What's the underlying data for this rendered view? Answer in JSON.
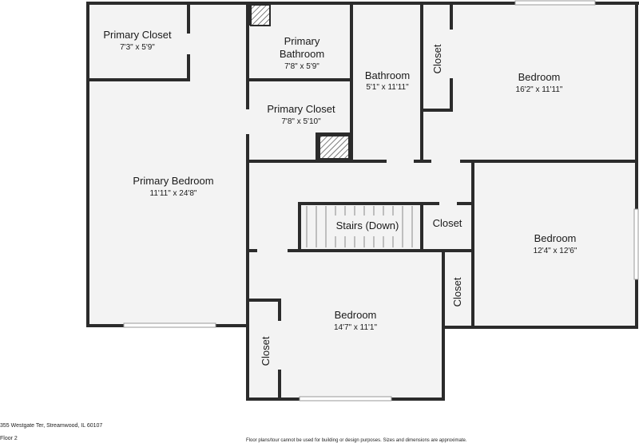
{
  "rooms": {
    "primary_closet_1": {
      "name": "Primary Closet",
      "dims": "7'3\" x 5'9\""
    },
    "primary_bathroom": {
      "name_line1": "Primary",
      "name_line2": "Bathroom",
      "dims": "7'8\" x 5'9\""
    },
    "bathroom": {
      "name": "Bathroom",
      "dims": "5'1\" x 11'11\""
    },
    "closet_top": {
      "name": "Closet"
    },
    "bedroom_top_right": {
      "name": "Bedroom",
      "dims": "16'2\" x 11'11\""
    },
    "primary_closet_2": {
      "name": "Primary Closet",
      "dims": "7'8\" x 5'10\""
    },
    "primary_bedroom": {
      "name": "Primary Bedroom",
      "dims": "11'11\" x 24'8\""
    },
    "stairs": {
      "name": "Stairs (Down)"
    },
    "closet_mid": {
      "name": "Closet"
    },
    "bedroom_right": {
      "name": "Bedroom",
      "dims": "12'4\" x 12'6\""
    },
    "closet_right_small": {
      "name": "Closet"
    },
    "bedroom_bottom": {
      "name": "Bedroom",
      "dims": "14'7\" x 11'1\""
    },
    "closet_bottom": {
      "name": "Closet"
    }
  },
  "footer": {
    "address": "355 Westgate Ter, Streamwood, IL 60107",
    "floor": "Floor 2",
    "disclaimer": "Floor plans/tour cannot be used for building or design purposes. Sizes and dimensions are approximate."
  },
  "colors": {
    "wall": "#2b2b2b",
    "floor": "#f3f3f3",
    "window": "#c9c9c9"
  }
}
